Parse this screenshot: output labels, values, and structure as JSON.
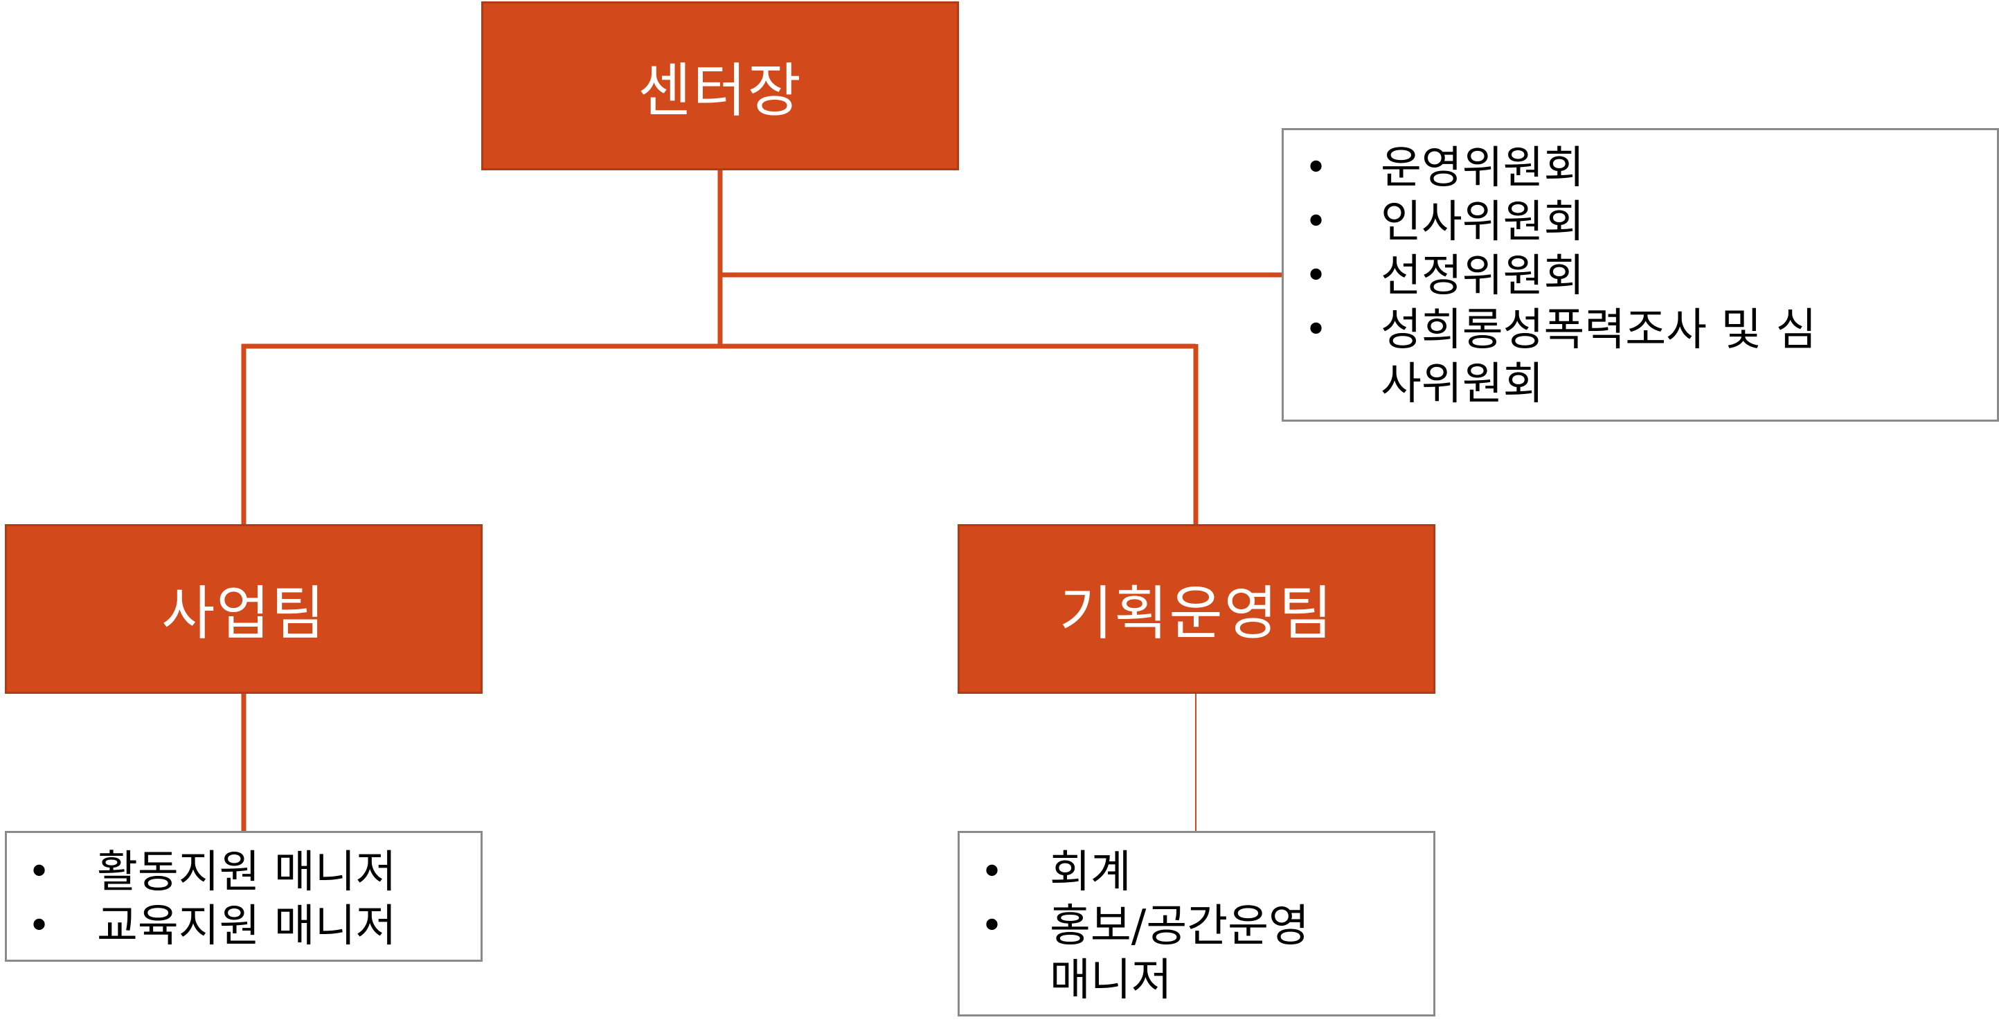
{
  "org_chart": {
    "director": {
      "label": "센터장"
    },
    "committees": {
      "items": [
        "운영위원회",
        "인사위원회",
        "선정위원회",
        "성희롱성폭력조사 및 심사위원회"
      ]
    },
    "business_team": {
      "label": "사업팀",
      "items": [
        "활동지원 매니저",
        "교육지원 매니저"
      ]
    },
    "planning_team": {
      "label": "기획운영팀",
      "items": [
        "회계",
        "홍보/공간운영 매니저"
      ]
    },
    "bullet": "•",
    "colors": {
      "box_fill": "#d24a1c",
      "box_border": "#b33a12",
      "connector": "#d24a1c",
      "list_border": "#8a8a8a",
      "box_text": "#ffffff",
      "list_text": "#000000"
    }
  }
}
